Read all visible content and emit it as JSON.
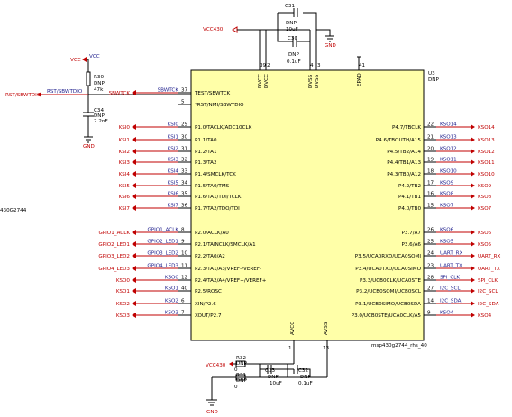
{
  "chip": {
    "ref": "U3",
    "value": "DNP",
    "part": "msp430g2744_rhs_40",
    "left_cut_label": "430G2744",
    "top_pins": [
      {
        "name": "DVCC",
        "num": "39"
      },
      {
        "name": "DVCC",
        "num": "2"
      },
      {
        "name": "DVSS",
        "num": "4"
      },
      {
        "name": "DVSS",
        "num": "3"
      },
      {
        "name": "EPAD",
        "num": "41"
      }
    ],
    "bottom_pins": [
      {
        "name": "AVCC",
        "num": "1"
      },
      {
        "name": "AVSS",
        "num": "13"
      }
    ],
    "left_pins": [
      {
        "num": "37",
        "name": "TEST/SBWTCK",
        "net": "SBWTCK"
      },
      {
        "num": "5",
        "name": "*RST/NMI/SBWTDIO",
        "net": ""
      },
      {
        "num": "29",
        "name": "P1.0/TACLK/ADC10CLK",
        "net": "KSI0"
      },
      {
        "num": "30",
        "name": "P1.1/TA0",
        "net": "KSI1"
      },
      {
        "num": "31",
        "name": "P1.2/TA1",
        "net": "KSI2"
      },
      {
        "num": "32",
        "name": "P1.3/TA2",
        "net": "KSI3"
      },
      {
        "num": "33",
        "name": "P1.4/SMCLK/TCK",
        "net": "KSI4"
      },
      {
        "num": "34",
        "name": "P1.5/TA0/TMS",
        "net": "KSI5"
      },
      {
        "num": "35",
        "name": "P1.6/TA1/TDI/TCLK",
        "net": "KSI6"
      },
      {
        "num": "36",
        "name": "P1.7/TA2/TDO/TDI",
        "net": "KSI7"
      },
      {
        "num": "8",
        "name": "P2.0/ACLK/A0",
        "net": "GPIO1_ACLK"
      },
      {
        "num": "9",
        "name": "P2.1/TAINCLK/SMCLK/A1",
        "net": "GPIO2_LED1"
      },
      {
        "num": "10",
        "name": "P2.2/TA0/A2",
        "net": "GPIO3_LED2"
      },
      {
        "num": "11",
        "name": "P2.3/TA1/A3/VREF-/VEREF-",
        "net": "GPIO4_LED3"
      },
      {
        "num": "12",
        "name": "P2.4/TA2/A4/VREF+/VEREF+",
        "net": "KSO0"
      },
      {
        "num": "40",
        "name": "P2.5/ROSC",
        "net": "KSO1"
      },
      {
        "num": "6",
        "name": "XIN/P2.6",
        "net": "KSO2"
      },
      {
        "num": "7",
        "name": "XOUT/P2.7",
        "net": "KSO3"
      }
    ],
    "right_pins": [
      {
        "num": "22",
        "name": "P4.7/TBCLK",
        "net": "KSO14"
      },
      {
        "num": "21",
        "name": "P4.6/TBOUTH/A15",
        "net": "KSO13"
      },
      {
        "num": "20",
        "name": "P4.5/TB2/A14",
        "net": "KSO12"
      },
      {
        "num": "19",
        "name": "P4.4/TB1/A13",
        "net": "KSO11"
      },
      {
        "num": "18",
        "name": "P4.3/TB0/A12",
        "net": "KSO10"
      },
      {
        "num": "17",
        "name": "P4.2/TB2",
        "net": "KSO9"
      },
      {
        "num": "16",
        "name": "P4.1/TB1",
        "net": "KSO8"
      },
      {
        "num": "15",
        "name": "P4.0/TB0",
        "net": "KSO7"
      },
      {
        "num": "26",
        "name": "P3.7/A7",
        "net": "KSO6"
      },
      {
        "num": "25",
        "name": "P3.6/A6",
        "net": "KSO5"
      },
      {
        "num": "24",
        "name": "P3.5/UCA0RXD/UCA0SOMI",
        "net": "UART_RX"
      },
      {
        "num": "23",
        "name": "P3.4/UCA0TXD/UCA0SIMO",
        "net": "UART_TX"
      },
      {
        "num": "28",
        "name": "P3.3/UCB0CLK/UCA0STE",
        "net": "SPI_CLK"
      },
      {
        "num": "27",
        "name": "P3.2/UCB0SOMI/UCB0SCL",
        "net": "I2C_SCL"
      },
      {
        "num": "14",
        "name": "P3.1/UCB0SIMO/UCB0SDA",
        "net": "I2C_SDA"
      },
      {
        "num": "9",
        "name": "P3.0/UCB0STE/UCA0CLK/A5",
        "net": "KSO4"
      }
    ]
  },
  "top_caps": {
    "net": "VCC430",
    "c31_ref": "C31",
    "c31_dnp": "DNP",
    "c31_val": "10uF",
    "c30_ref": "C30",
    "c30_dnp": "DNP",
    "c30_val": "0.1uF",
    "gnd": "GND"
  },
  "reset": {
    "vcc": "VCC",
    "vcc_node": "VCC",
    "r30_ref": "R30",
    "r30_dnp": "DNP",
    "r30_val": "47k",
    "c34_ref": "C34",
    "c34_dnp": "DNP",
    "c34_val": "2.2nF",
    "gnd": "GND",
    "port": "RST/SBWTDIO",
    "net": "RST/SBWTDIO"
  },
  "bottom_net": {
    "net": "VCC430",
    "r32_ref": "R32",
    "r32_dnp": "DNP",
    "r32_val": "0",
    "r31_ref": "R31",
    "r31_dnp": "DNP",
    "r31_val": "0",
    "c33_ref": "C33",
    "c33_dnp": "DNP",
    "c33_val": "10uF",
    "c32_ref": "C32",
    "c32_dnp": "DNP",
    "c32_val": "0.1uF",
    "gnd": "GND"
  },
  "colors": {
    "chip_fill": "#ffffa8",
    "port": "#c00000",
    "wire": "#000000",
    "net_label": "#1e1e8c"
  }
}
